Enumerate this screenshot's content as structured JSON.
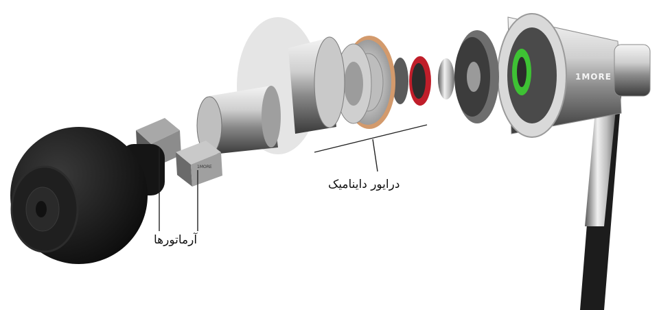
{
  "labels": {
    "armatures": "آرماتورها",
    "dynamic_driver": "درایور داینامیک"
  },
  "brand": {
    "logo_text": "1MORE"
  },
  "colors": {
    "background": "#ffffff",
    "eartip": "#1a1a1a",
    "metal_light": "#e6e6e6",
    "metal_dark": "#7a7a7a",
    "ring_green": "#3ec234",
    "ring_red": "#c01e2a",
    "ring_copper": "#d39a6c",
    "cable": "#1c1c1c"
  }
}
